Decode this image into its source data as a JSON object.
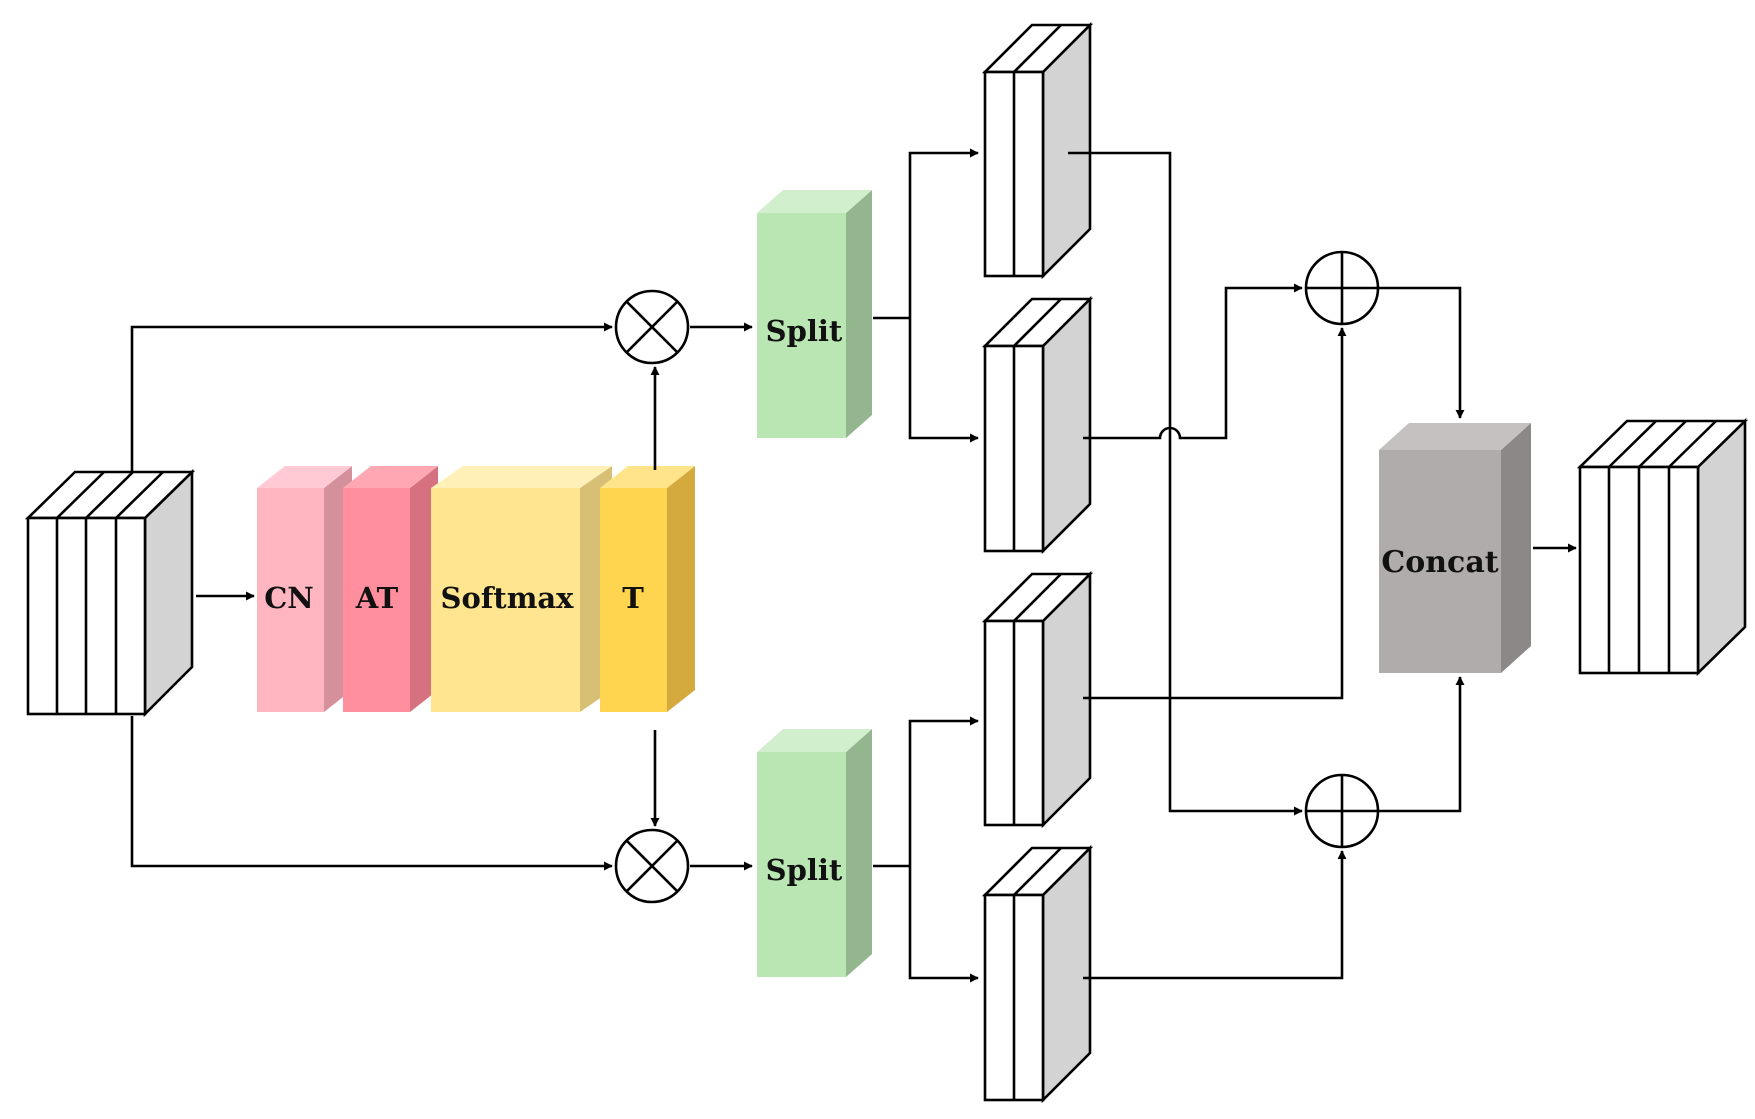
{
  "labels": {
    "cn": "CN",
    "at": "AT",
    "softmax": "Softmax",
    "t": "T",
    "split_top": "Split",
    "split_bottom": "Split",
    "concat": "Concat"
  },
  "colors": {
    "cn": "#ffb6c1",
    "at": "#ff8f9e",
    "softmax": "#ffe58f",
    "t": "#ffd54f",
    "split": "#b9e6b3",
    "concat": "#b0acab",
    "stack_side": "#d3d3d3"
  }
}
